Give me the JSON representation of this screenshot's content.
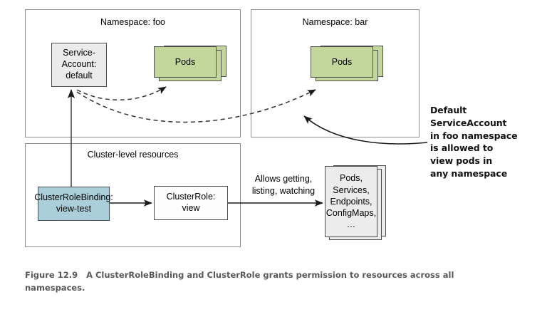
{
  "figure": {
    "number": "Figure 12.9",
    "caption": "A ClusterRoleBinding and ClusterRole grants permission to resources across all namespaces."
  },
  "namespaces": [
    {
      "id": "foo",
      "title": "Namespace: foo",
      "nodes": {
        "service_account": "Service-\nAccount:\ndefault",
        "pods": "Pods"
      }
    },
    {
      "id": "bar",
      "title": "Namespace: bar",
      "nodes": {
        "pods": "Pods"
      }
    }
  ],
  "cluster_level": {
    "title": "Cluster-level\nresources",
    "cluster_role_binding": "ClusterRoleBinding:\nview-test",
    "cluster_role": "ClusterRole:\nview",
    "permission_label": "Allows getting,\nlisting, watching",
    "resources": "Pods,\nServices,\nEndpoints,\nConfigMaps,\n…"
  },
  "annotation": {
    "text": "Default\nServiceAccount\nin foo namespace\nis allowed to\nview pods in\nany namespace"
  },
  "colors": {
    "pods_green": "#c3d69b",
    "binding_blue": "#aacfda",
    "service_account_gray": "#ebebeb",
    "resource_gray": "#ececec",
    "box_border": "#8e8e8e",
    "node_border": "#4d4d4d",
    "caption_gray": "#58595b"
  }
}
